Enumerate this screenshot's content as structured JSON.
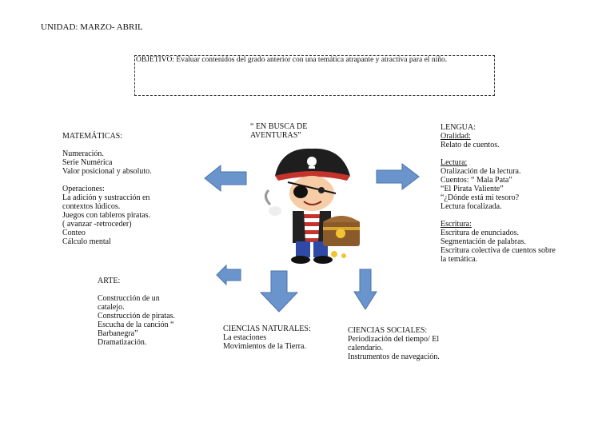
{
  "header": {
    "unit": "UNIDAD: MARZO- ABRIL"
  },
  "objective": "OBJETIVO: Evaluar contenidos del grado anterior con una temática atrapante y atractiva para el niño.",
  "center_title": [
    "“ EN BUSCA DE",
    "AVENTURAS”"
  ],
  "matematicas": {
    "title": "MATEMÁTICAS:",
    "group1": [
      "Numeración.",
      "Serie Numérica",
      "Valor posicional y absoluto."
    ],
    "group2": [
      "Operaciones:",
      "La adición y sustracción en",
      "contextos lúdicos.",
      "Juegos con tableros piratas.",
      "( avanzar -retroceder)",
      "Conteo",
      "Cálculo mental"
    ]
  },
  "lengua": {
    "title": "LENGUA:",
    "oralidad_title": "Oralidad:",
    "oralidad": [
      "Relato de cuentos."
    ],
    "lectura_title": "Lectura:",
    "lectura": [
      "Oralización de la lectura.",
      "Cuentos: “ Mala Pata”",
      "“El Pirata Valiente”",
      "“¿Dónde está mi tesoro?",
      "Lectura focalizada."
    ],
    "escritura_title": "Escritura:",
    "escritura": [
      "Escritura de enunciados.",
      "Segmentación de palabras.",
      "Escritura colectiva de cuentos sobre",
      "la temática."
    ]
  },
  "arte": {
    "title": "ARTE:",
    "items": [
      "Construcción de un",
      "catalejo.",
      "Construcción de piratas.",
      "Escucha de la canción “",
      "Barbanegra”",
      "Dramatización."
    ]
  },
  "naturales": {
    "title": "CIENCIAS NATURALES:",
    "items": [
      "La estaciones",
      "Movimientos de la Tierra."
    ]
  },
  "sociales": {
    "title": "CIENCIAS SOCIALES:",
    "items": [
      "Periodización del tiempo/ El",
      "calendario.",
      "Instrumentos de navegación."
    ]
  },
  "colors": {
    "arrow_fill": "#6a95cc",
    "arrow_stroke": "#4a72a8"
  }
}
